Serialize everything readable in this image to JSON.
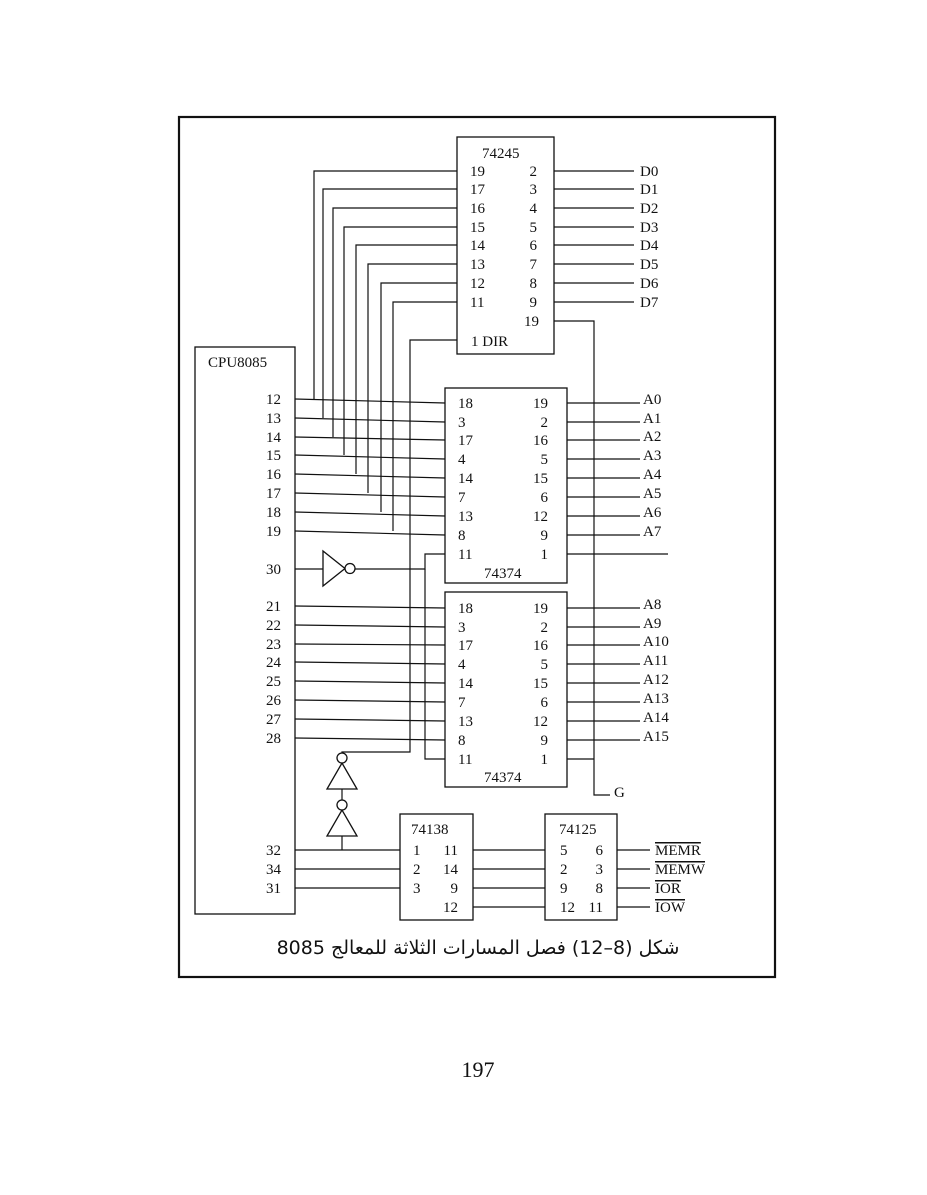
{
  "page_number": "197",
  "caption": "شكل (8–12) فصل المسارات الثلاثة للمعالج 8085",
  "chips": {
    "cpu": {
      "name": "CPU8085",
      "pins": [
        "12",
        "13",
        "14",
        "15",
        "16",
        "17",
        "18",
        "19",
        "30",
        "21",
        "22",
        "23",
        "24",
        "25",
        "26",
        "27",
        "28",
        "32",
        "34",
        "31"
      ]
    },
    "transceiver": {
      "name": "74245",
      "left_pins": [
        "19",
        "17",
        "16",
        "15",
        "14",
        "13",
        "12",
        "11"
      ],
      "right_pins": [
        "2",
        "3",
        "4",
        "5",
        "6",
        "7",
        "8",
        "9",
        "19"
      ],
      "dir_label": "1 DIR"
    },
    "latch_low": {
      "name": "74374",
      "left_pins": [
        "18",
        "3",
        "17",
        "4",
        "14",
        "7",
        "13",
        "8",
        "11"
      ],
      "right_pins": [
        "19",
        "2",
        "16",
        "5",
        "15",
        "6",
        "12",
        "9",
        "1"
      ]
    },
    "latch_high": {
      "name": "74374",
      "left_pins": [
        "18",
        "3",
        "17",
        "4",
        "14",
        "7",
        "13",
        "8",
        "11"
      ],
      "right_pins": [
        "19",
        "2",
        "16",
        "5",
        "15",
        "6",
        "12",
        "9",
        "1"
      ]
    },
    "decoder": {
      "name": "74138",
      "rows": [
        [
          "1",
          "11"
        ],
        [
          "2",
          "14"
        ],
        [
          "3",
          "9"
        ],
        [
          "",
          "12"
        ]
      ]
    },
    "buffer": {
      "name": "74125",
      "rows": [
        [
          "5",
          "6"
        ],
        [
          "2",
          "3"
        ],
        [
          "9",
          "8"
        ],
        [
          "12",
          "11"
        ]
      ]
    }
  },
  "signals": {
    "data": [
      "D0",
      "D1",
      "D2",
      "D3",
      "D4",
      "D5",
      "D6",
      "D7"
    ],
    "address_low": [
      "A0",
      "A1",
      "A2",
      "A3",
      "A4",
      "A5",
      "A6",
      "A7"
    ],
    "address_high": [
      "A8",
      "A9",
      "A10",
      "A11",
      "A12",
      "A13",
      "A14",
      "A15"
    ],
    "control": [
      "MEMR",
      "MEMW",
      "IOR",
      "IOW"
    ],
    "ground": "G"
  }
}
